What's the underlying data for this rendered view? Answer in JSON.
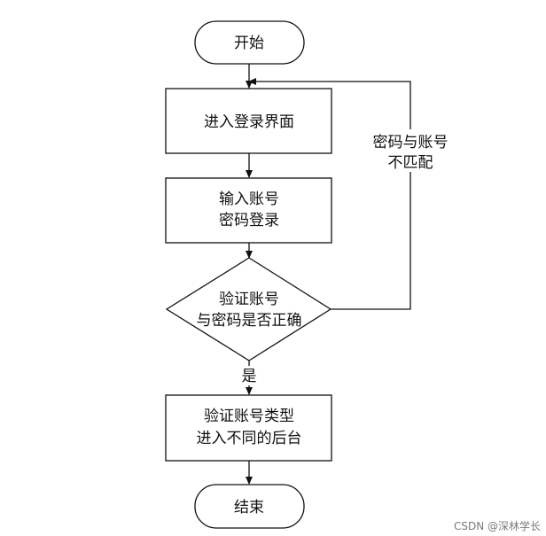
{
  "diagram": {
    "nodes": {
      "start": "开始",
      "login_page": "进入登录界面",
      "input_line1": "输入账号",
      "input_line2": "密码登录",
      "verify_line1": "验证账号",
      "verify_line2": "与密码是否正确",
      "route_line1": "验证账号类型",
      "route_line2": "进入不同的后台",
      "end": "结束"
    },
    "edge_labels": {
      "yes": "是",
      "mismatch_line1": "密码与账号",
      "mismatch_line2": "不匹配"
    }
  },
  "watermark": "CSDN @深林学长"
}
